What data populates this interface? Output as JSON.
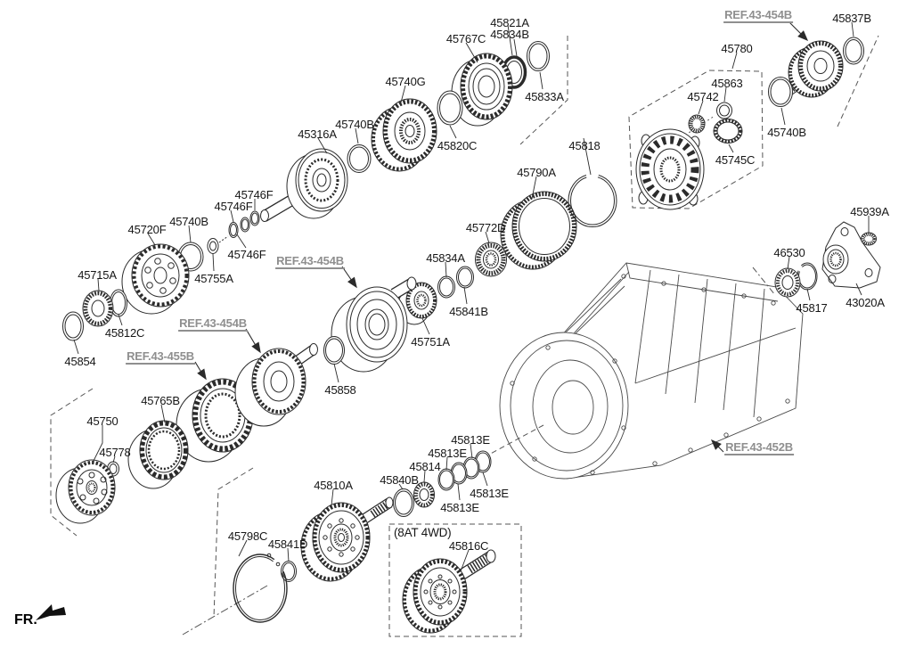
{
  "diagram": {
    "background": "#ffffff",
    "ink_color": "#2b2b2b",
    "ref_color": "#8f8f8f",
    "front_marker": "FR.",
    "variant_label": "(8AT 4WD)",
    "parts": [
      {
        "text": "45821A"
      },
      {
        "text": "45834B"
      },
      {
        "text": "45767C"
      },
      {
        "text": "45740G"
      },
      {
        "text": "45833A"
      },
      {
        "text": "45820C"
      },
      {
        "text": "45818"
      },
      {
        "text": "45837B"
      },
      {
        "text": "45780"
      },
      {
        "text": "45863"
      },
      {
        "text": "45742"
      },
      {
        "text": "45740B"
      },
      {
        "text": "45745C"
      },
      {
        "text": "45316A"
      },
      {
        "text": "45740B"
      },
      {
        "text": "45746F"
      },
      {
        "text": "45746F"
      },
      {
        "text": "45746F"
      },
      {
        "text": "45720F"
      },
      {
        "text": "45740B"
      },
      {
        "text": "45755A"
      },
      {
        "text": "45715A"
      },
      {
        "text": "45812C"
      },
      {
        "text": "45854"
      },
      {
        "text": "45790A"
      },
      {
        "text": "45772D"
      },
      {
        "text": "45834A"
      },
      {
        "text": "45841B"
      },
      {
        "text": "45751A"
      },
      {
        "text": "45858"
      },
      {
        "text": "45939A"
      },
      {
        "text": "46530"
      },
      {
        "text": "45817"
      },
      {
        "text": "43020A"
      },
      {
        "text": "45750"
      },
      {
        "text": "45778"
      },
      {
        "text": "45765B"
      },
      {
        "text": "45810A"
      },
      {
        "text": "45840B"
      },
      {
        "text": "45814"
      },
      {
        "text": "45813E"
      },
      {
        "text": "45813E"
      },
      {
        "text": "45813E"
      },
      {
        "text": "45813E"
      },
      {
        "text": "45798C"
      },
      {
        "text": "45841D"
      },
      {
        "text": "45816C"
      }
    ],
    "refs": [
      {
        "text": "REF.43-454B"
      },
      {
        "text": "REF.43-454B"
      },
      {
        "text": "REF.43-454B"
      },
      {
        "text": "REF.43-455B"
      },
      {
        "text": "REF.43-452B"
      }
    ]
  }
}
